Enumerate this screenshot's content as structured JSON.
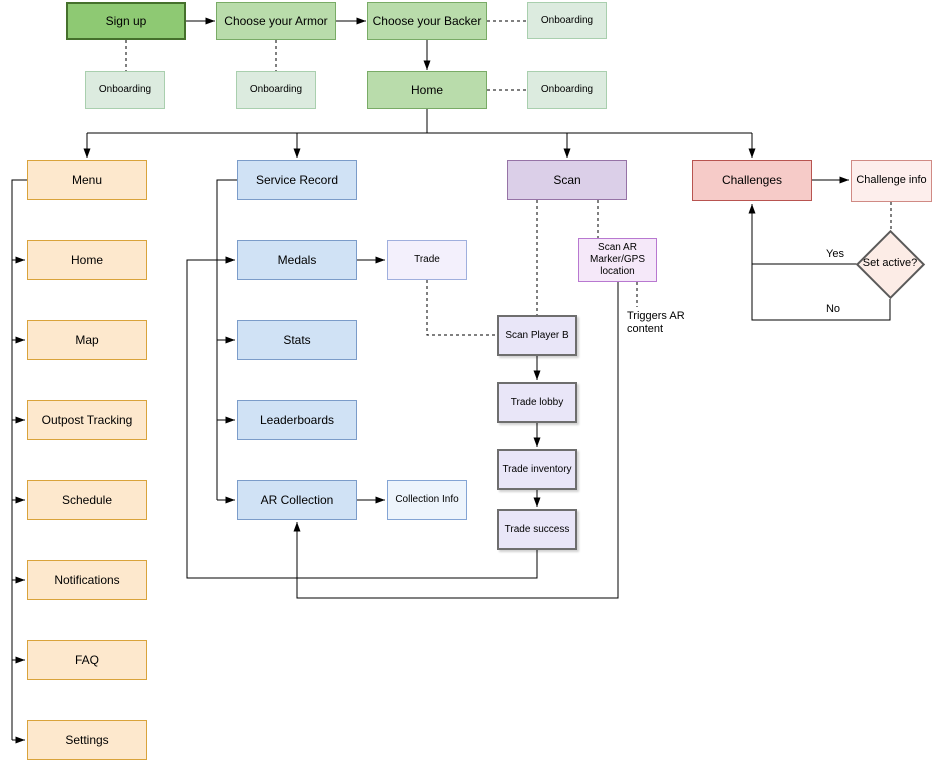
{
  "palette": {
    "green_dark_fill": "#8ec973",
    "green_dark_border": "#45702c",
    "green_fill": "#b9dcab",
    "green_border": "#79ab66",
    "onboarding_fill": "#dcebdf",
    "onboarding_border": "#a9cfae",
    "orange_fill": "#fde8cd",
    "orange_border": "#d9a33b",
    "blue_fill": "#d0e2f5",
    "blue_border": "#7b9cc9",
    "trade_fill": "#f3f0fc",
    "trade_border": "#9fafdd",
    "collection_fill": "#edf4fc",
    "collection_border": "#84a4d4",
    "scan_fill": "#dbcfe8",
    "scan_border": "#9673a6",
    "scan_ar_fill": "#f5e8f9",
    "scan_ar_border": "#b878d0",
    "trade_chain_fill": "#e9e6f8",
    "trade_chain_border": "#6e6e6e",
    "challenges_fill": "#f6cbc8",
    "challenges_border": "#b85450",
    "challenge_info_fill": "#fdeeec",
    "challenge_info_border": "#d08a84",
    "diamond_fill": "#fcece6",
    "diamond_border": "#5a5a5a",
    "line": "#000000"
  },
  "nodes": {
    "sign_up": {
      "label": "Sign up"
    },
    "choose_armor": {
      "label": "Choose your Armor"
    },
    "choose_backer": {
      "label": "Choose your Backer"
    },
    "onboarding_backer": {
      "label": "Onboarding"
    },
    "onboarding_signup": {
      "label": "Onboarding"
    },
    "onboarding_armor": {
      "label": "Onboarding"
    },
    "home_top": {
      "label": "Home"
    },
    "onboarding_home": {
      "label": "Onboarding"
    },
    "menu": {
      "label": "Menu"
    },
    "home": {
      "label": "Home"
    },
    "map": {
      "label": "Map"
    },
    "outpost_tracking": {
      "label": "Outpost Tracking"
    },
    "schedule": {
      "label": "Schedule"
    },
    "notifications": {
      "label": "Notifications"
    },
    "faq": {
      "label": "FAQ"
    },
    "settings": {
      "label": "Settings"
    },
    "service_record": {
      "label": "Service Record"
    },
    "medals": {
      "label": "Medals"
    },
    "stats": {
      "label": "Stats"
    },
    "leaderboards": {
      "label": "Leaderboards"
    },
    "ar_collection": {
      "label": "AR Collection"
    },
    "trade": {
      "label": "Trade"
    },
    "collection_info": {
      "label": "Collection Info"
    },
    "scan": {
      "label": "Scan"
    },
    "scan_ar_marker": {
      "label": "Scan AR Marker/GPS location"
    },
    "scan_player_b": {
      "label": "Scan Player B"
    },
    "trade_lobby": {
      "label": "Trade lobby"
    },
    "trade_inventory": {
      "label": "Trade inventory"
    },
    "trade_success": {
      "label": "Trade success"
    },
    "challenges": {
      "label": "Challenges"
    },
    "challenge_info": {
      "label": "Challenge info"
    },
    "set_active": {
      "label": "Set active?"
    }
  },
  "edge_labels": {
    "triggers_ar_content": "Triggers AR content",
    "yes": "Yes",
    "no": "No"
  }
}
